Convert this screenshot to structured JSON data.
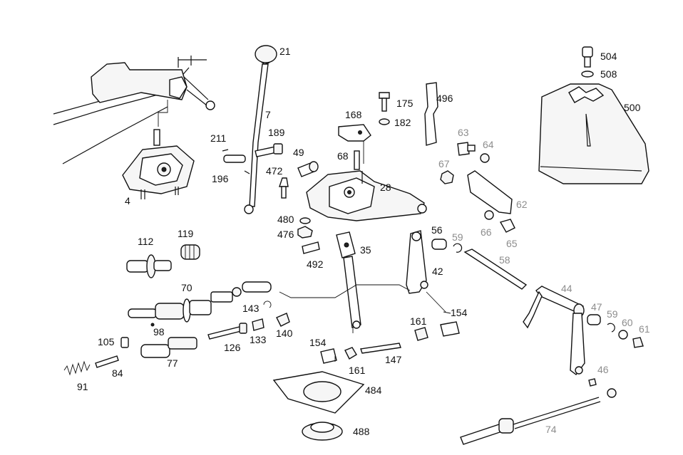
{
  "diagram": {
    "labels": [
      {
        "text": "21",
        "faint": false
      },
      {
        "text": "7",
        "faint": false
      },
      {
        "text": "504",
        "faint": false
      },
      {
        "text": "508",
        "faint": false
      },
      {
        "text": "175",
        "faint": false
      },
      {
        "text": "496",
        "faint": false
      },
      {
        "text": "500",
        "faint": false
      },
      {
        "text": "168",
        "faint": false
      },
      {
        "text": "182",
        "faint": false
      },
      {
        "text": "211",
        "faint": false
      },
      {
        "text": "189",
        "faint": false
      },
      {
        "text": "196",
        "faint": false
      },
      {
        "text": "49",
        "faint": false
      },
      {
        "text": "68",
        "faint": false
      },
      {
        "text": "472",
        "faint": false
      },
      {
        "text": "28",
        "faint": false
      },
      {
        "text": "63",
        "faint": true
      },
      {
        "text": "64",
        "faint": true
      },
      {
        "text": "67",
        "faint": true
      },
      {
        "text": "62",
        "faint": true
      },
      {
        "text": "4",
        "faint": false
      },
      {
        "text": "480",
        "faint": false
      },
      {
        "text": "476",
        "faint": false
      },
      {
        "text": "112",
        "faint": false
      },
      {
        "text": "119",
        "faint": false
      },
      {
        "text": "56",
        "faint": false
      },
      {
        "text": "59",
        "faint": true
      },
      {
        "text": "66",
        "faint": true
      },
      {
        "text": "65",
        "faint": true
      },
      {
        "text": "35",
        "faint": false
      },
      {
        "text": "58",
        "faint": true
      },
      {
        "text": "492",
        "faint": false
      },
      {
        "text": "42",
        "faint": false
      },
      {
        "text": "70",
        "faint": false
      },
      {
        "text": "44",
        "faint": true
      },
      {
        "text": "143",
        "faint": false
      },
      {
        "text": "154",
        "faint": false
      },
      {
        "text": "47",
        "faint": true
      },
      {
        "text": "59",
        "faint": true
      },
      {
        "text": "60",
        "faint": true
      },
      {
        "text": "61",
        "faint": true
      },
      {
        "text": "98",
        "faint": false
      },
      {
        "text": "161",
        "faint": false
      },
      {
        "text": "133",
        "faint": false
      },
      {
        "text": "140",
        "faint": false
      },
      {
        "text": "126",
        "faint": false
      },
      {
        "text": "105",
        "faint": false
      },
      {
        "text": "154",
        "faint": false
      },
      {
        "text": "147",
        "faint": false
      },
      {
        "text": "77",
        "faint": false
      },
      {
        "text": "84",
        "faint": false
      },
      {
        "text": "161",
        "faint": false
      },
      {
        "text": "46",
        "faint": true
      },
      {
        "text": "91",
        "faint": false
      },
      {
        "text": "484",
        "faint": false
      },
      {
        "text": "488",
        "faint": false
      },
      {
        "text": "74",
        "faint": true
      }
    ]
  }
}
